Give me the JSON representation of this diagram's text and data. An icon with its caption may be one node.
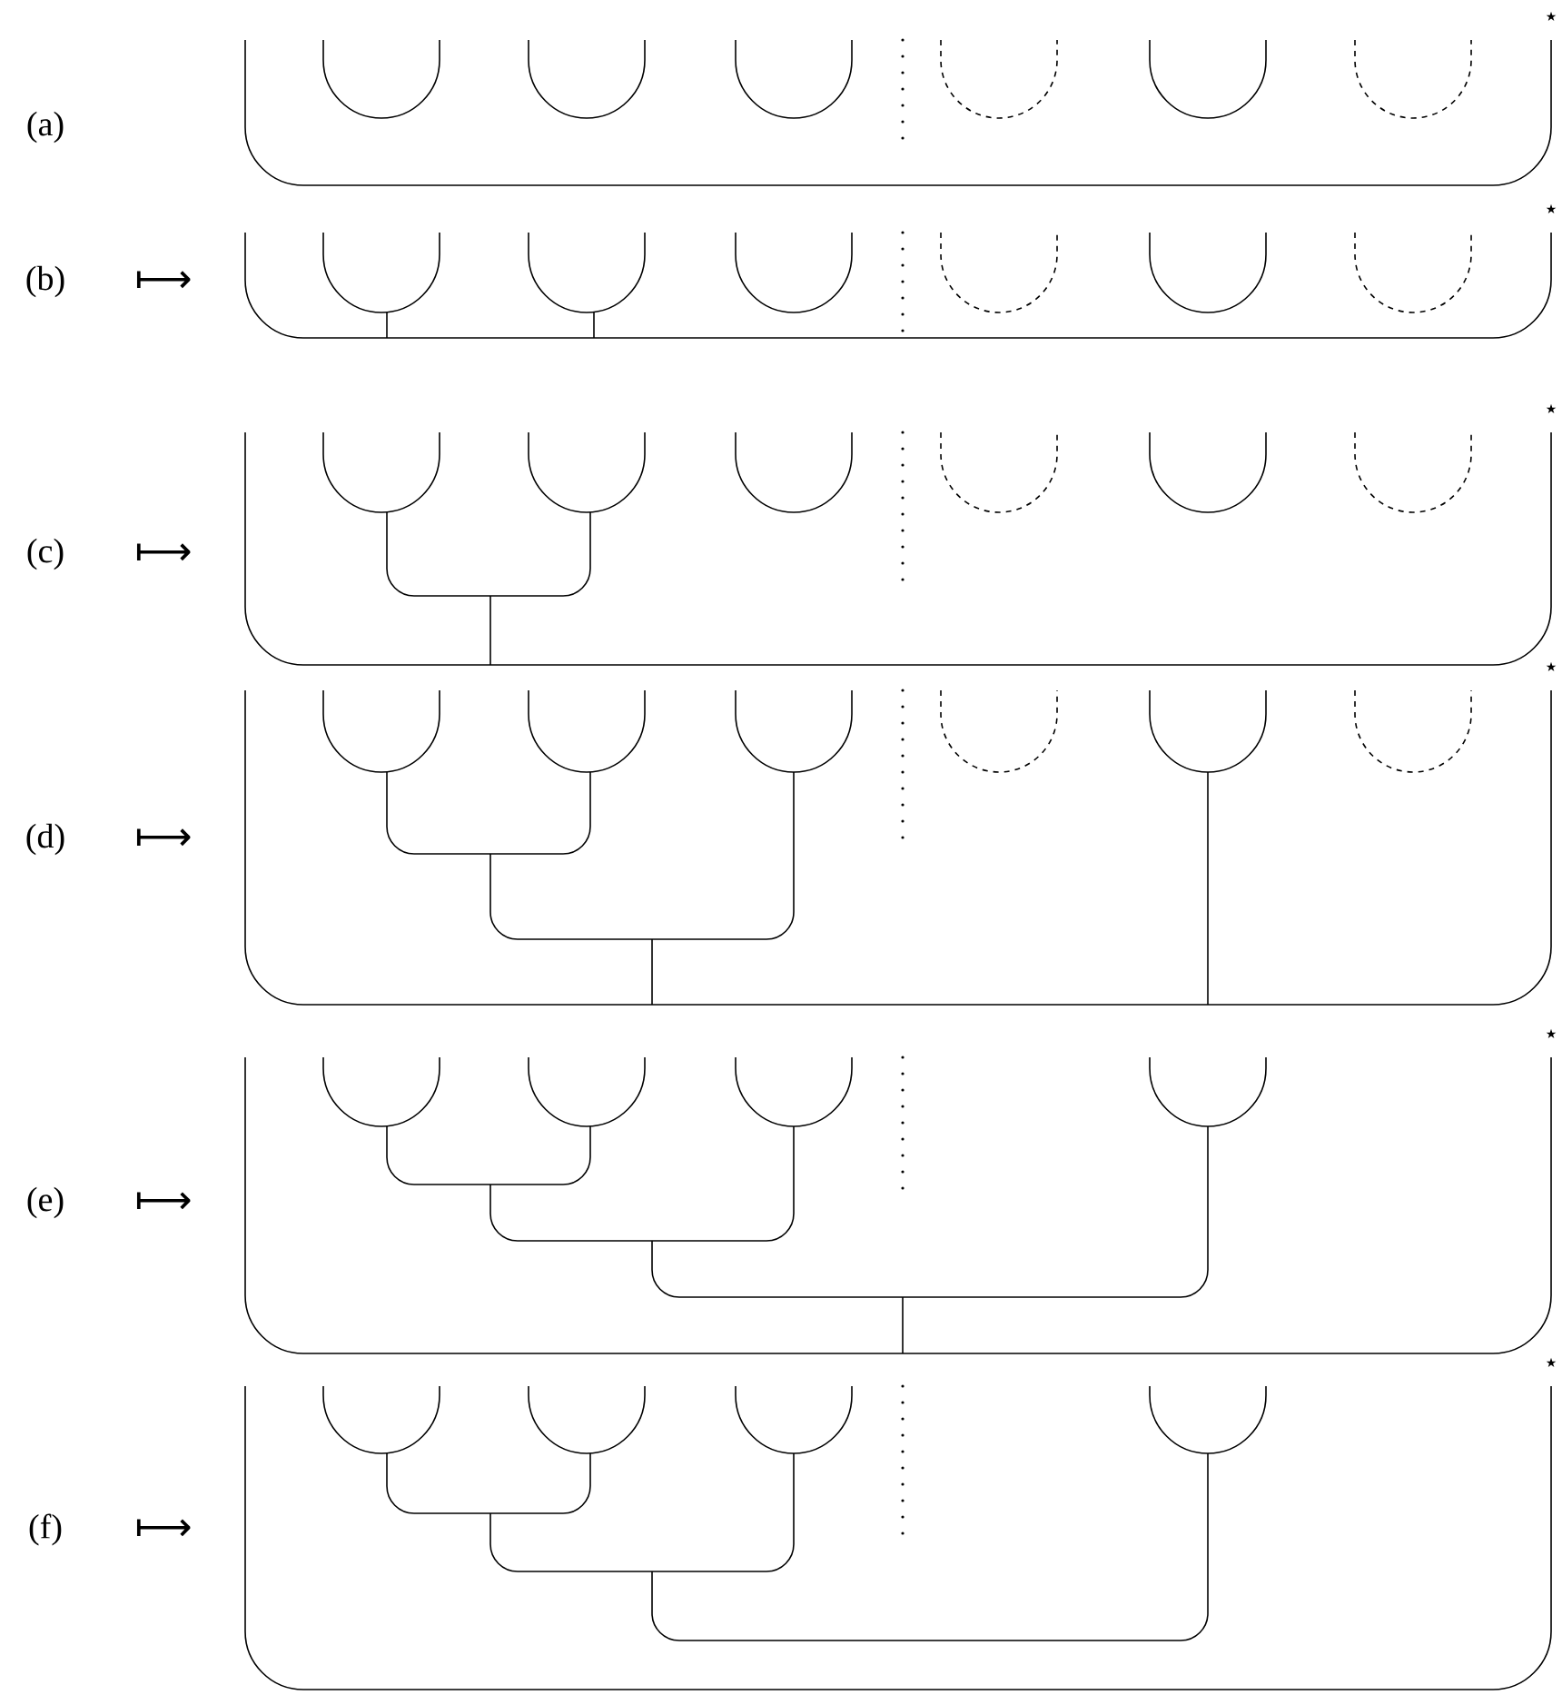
{
  "diagram": {
    "labels": [
      "⋆",
      "(a)",
      "⋆",
      "(b)",
      "⟼",
      "⋆",
      "(c)",
      "⟼",
      "⋆",
      "(d)",
      "⟼",
      "⋆",
      "(e)",
      "⟼",
      "⋆",
      "(f)",
      "⟼"
    ]
  }
}
